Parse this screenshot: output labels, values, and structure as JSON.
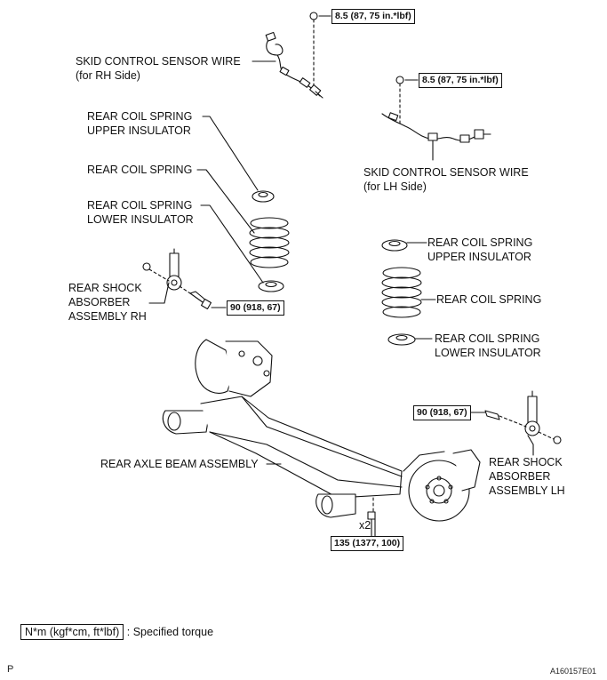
{
  "labels": {
    "skid_rh": [
      "SKID CONTROL SENSOR WIRE",
      "(for RH Side)"
    ],
    "skid_lh": [
      "SKID CONTROL SENSOR WIRE",
      "(for LH Side)"
    ],
    "upper_ins_rh": [
      "REAR COIL SPRING",
      "UPPER INSULATOR"
    ],
    "coil_rh": [
      "REAR COIL SPRING"
    ],
    "lower_ins_rh": [
      "REAR COIL SPRING",
      "LOWER INSULATOR"
    ],
    "shock_rh": [
      "REAR SHOCK",
      "ABSORBER",
      "ASSEMBLY RH"
    ],
    "upper_ins_lh": [
      "REAR COIL SPRING",
      "UPPER INSULATOR"
    ],
    "coil_lh": [
      "REAR COIL SPRING"
    ],
    "lower_ins_lh": [
      "REAR COIL SPRING",
      "LOWER INSULATOR"
    ],
    "axle_beam": [
      "REAR AXLE BEAM ASSEMBLY"
    ],
    "shock_lh": [
      "REAR SHOCK",
      "ABSORBER",
      "ASSEMBLY LH"
    ]
  },
  "torques": {
    "t_rh_sensor": "8.5 (87, 75 in.*lbf)",
    "t_lh_sensor": "8.5 (87, 75 in.*lbf)",
    "t_shock_rh": "90 (918, 67)",
    "t_shock_lh": "90 (918, 67)",
    "t_axle": "135 (1377, 100)"
  },
  "multiplier": "x2",
  "legend": {
    "unit": "N*m (kgf*cm, ft*lbf)",
    "text": ": Specified torque"
  },
  "footer": {
    "left": "P",
    "code": "A160157E01"
  }
}
